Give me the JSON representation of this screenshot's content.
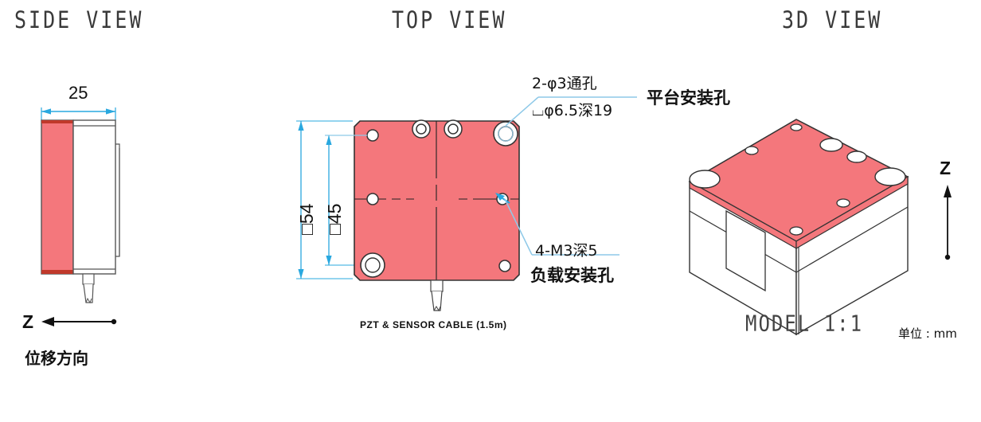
{
  "drawing": {
    "unit_note": "单位 : mm",
    "model_scale": "MODEL 1:1",
    "colors": {
      "body_pink": "#F4777C",
      "pink_edge": "#C0392B",
      "dimension_blue": "#29A8DF",
      "leader_blue": "#8EC9E8",
      "outline": "#333333"
    }
  },
  "views": {
    "side": {
      "title": "SIDE VIEW",
      "width_dimension": "25",
      "axis_letter": "Z",
      "direction_label": "位移方向"
    },
    "top": {
      "title": "TOP VIEW",
      "dim_outer": "□54",
      "dim_inner": "□45",
      "cable_label": "PZT & SENSOR CABLE (1.5m)",
      "callouts": [
        {
          "id": "platform-hole",
          "line1": "2-φ3通孔",
          "line2": "⌴φ6.5深19",
          "note": "平台安装孔"
        },
        {
          "id": "load-hole",
          "line1": "4-M3深5",
          "note": "负载安装孔"
        }
      ]
    },
    "three_d": {
      "title": "3D VIEW",
      "axis_letter": "Z",
      "scale_label": "MODEL 1:1",
      "unit_label": "单位 : mm"
    }
  }
}
